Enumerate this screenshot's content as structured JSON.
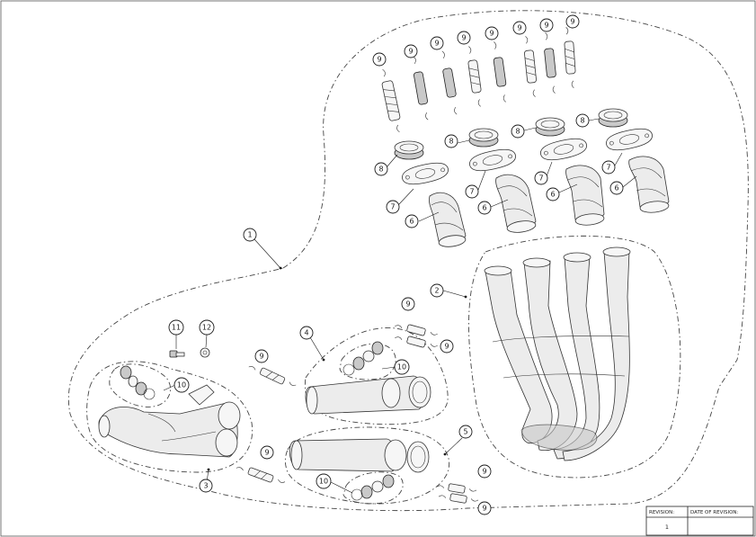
{
  "callouts": [
    {
      "id": "c1",
      "label": "1"
    },
    {
      "id": "c2",
      "label": "2"
    },
    {
      "id": "c3",
      "label": "3"
    },
    {
      "id": "c4",
      "label": "4"
    },
    {
      "id": "c5",
      "label": "5"
    },
    {
      "id": "c6a",
      "label": "6"
    },
    {
      "id": "c6b",
      "label": "6"
    },
    {
      "id": "c6c",
      "label": "6"
    },
    {
      "id": "c6d",
      "label": "6"
    },
    {
      "id": "c7a",
      "label": "7"
    },
    {
      "id": "c7b",
      "label": "7"
    },
    {
      "id": "c7c",
      "label": "7"
    },
    {
      "id": "c7d",
      "label": "7"
    },
    {
      "id": "c8a",
      "label": "8"
    },
    {
      "id": "c8b",
      "label": "8"
    },
    {
      "id": "c8c",
      "label": "8"
    },
    {
      "id": "c8d",
      "label": "8"
    },
    {
      "id": "c9a",
      "label": "9"
    },
    {
      "id": "c9b",
      "label": "9"
    },
    {
      "id": "c9c",
      "label": "9"
    },
    {
      "id": "c9d",
      "label": "9"
    },
    {
      "id": "c9e",
      "label": "9"
    },
    {
      "id": "c9f",
      "label": "9"
    },
    {
      "id": "c9g",
      "label": "9"
    },
    {
      "id": "c9h",
      "label": "9"
    },
    {
      "id": "c9i",
      "label": "9"
    },
    {
      "id": "c9j",
      "label": "9"
    },
    {
      "id": "c9k",
      "label": "9"
    },
    {
      "id": "c9l",
      "label": "9"
    },
    {
      "id": "c9m",
      "label": "9"
    },
    {
      "id": "c9n",
      "label": "9"
    },
    {
      "id": "c10a",
      "label": "10"
    },
    {
      "id": "c10b",
      "label": "10"
    },
    {
      "id": "c10c",
      "label": "10"
    },
    {
      "id": "c11",
      "label": "11"
    },
    {
      "id": "c12",
      "label": "12"
    }
  ],
  "revision_table": {
    "revision_header": "REVISION:",
    "date_header": "DATE OF REVISION:",
    "revision_value": "1",
    "date_value": ""
  }
}
